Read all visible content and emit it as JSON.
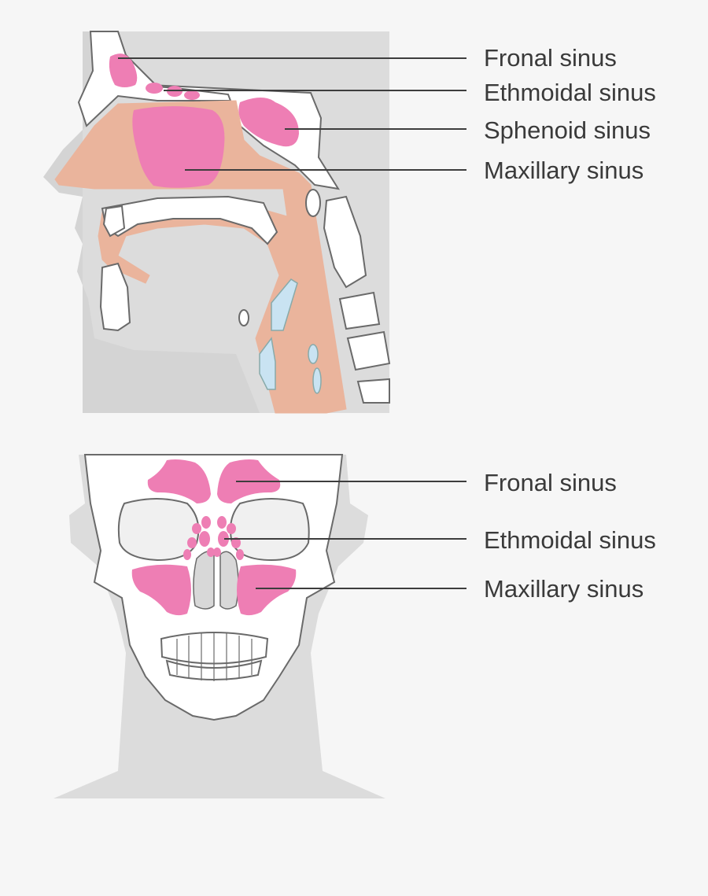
{
  "colors": {
    "sinus": "#ee7eb4",
    "flesh": "#eab49c",
    "bone": "#ffffff",
    "shadow": "#dcdcdc",
    "airway": "#c9e3f2"
  },
  "sagittal_view": {
    "labels": [
      {
        "id": "frontal",
        "text": "Fronal sinus"
      },
      {
        "id": "ethmoidal",
        "text": "Ethmoidal sinus"
      },
      {
        "id": "sphenoid",
        "text": "Sphenoid sinus"
      },
      {
        "id": "maxillary",
        "text": "Maxillary sinus"
      }
    ]
  },
  "frontal_view": {
    "labels": [
      {
        "id": "frontal",
        "text": "Fronal sinus"
      },
      {
        "id": "ethmoidal",
        "text": "Ethmoidal sinus"
      },
      {
        "id": "maxillary",
        "text": "Maxillary sinus"
      }
    ]
  }
}
